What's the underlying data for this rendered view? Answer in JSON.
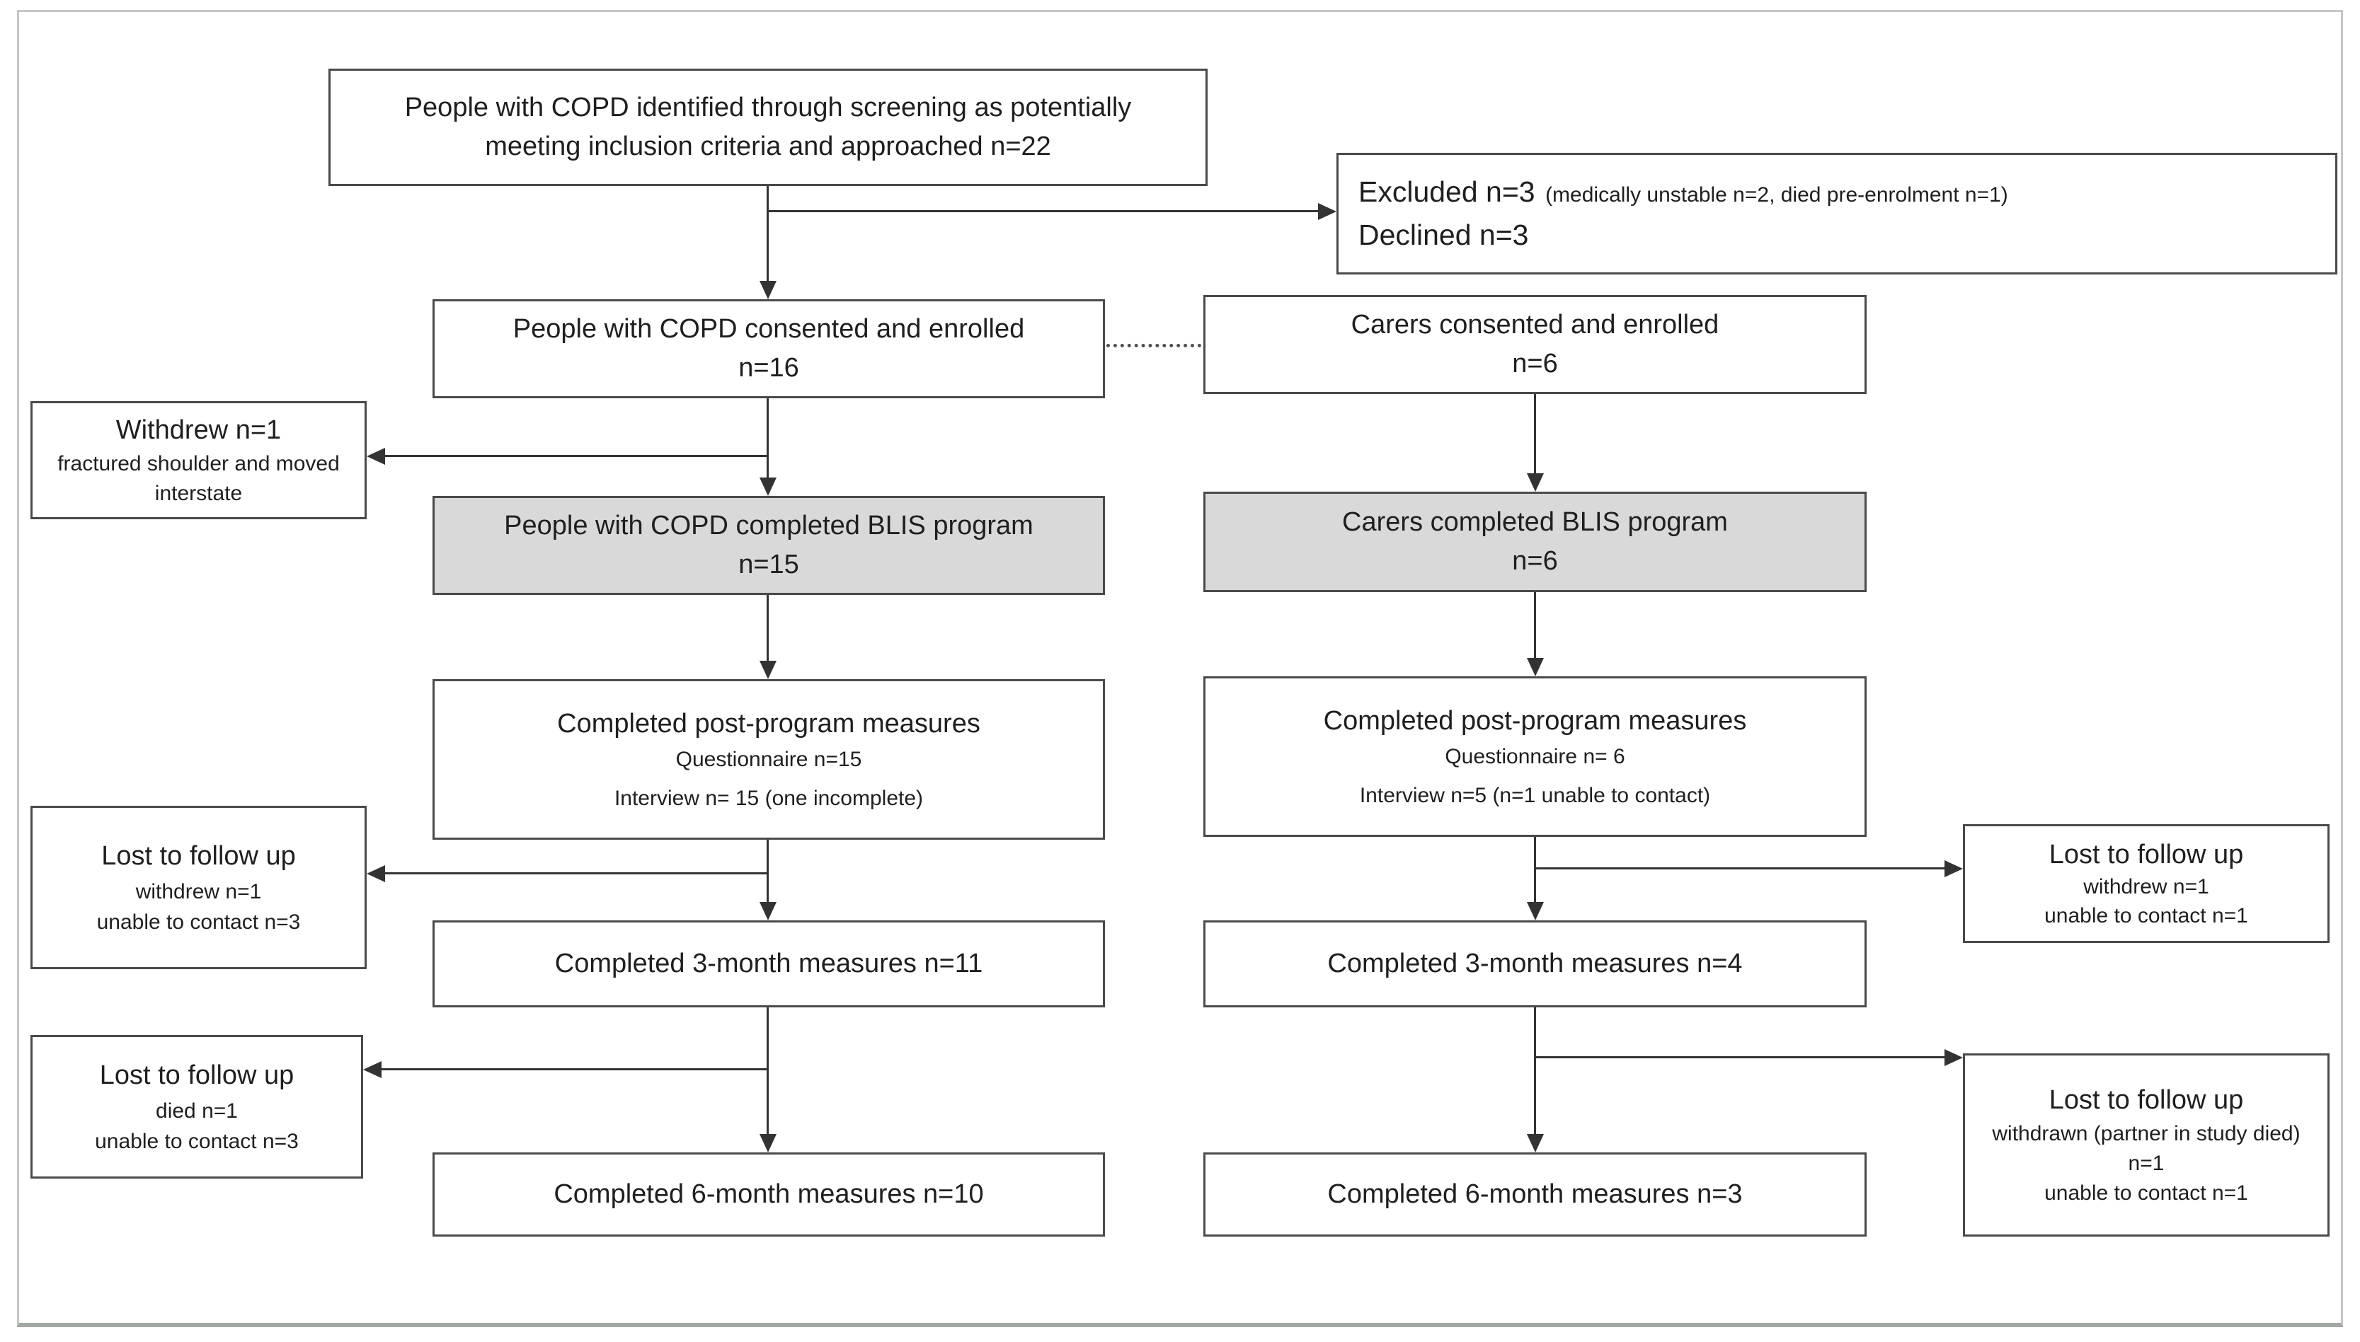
{
  "colors": {
    "box_border": "#4a4a4a",
    "highlight_fill": "#d9d9d9",
    "connector": "#333333",
    "frame_border": "#c3c8c3"
  },
  "flowchart": {
    "screened": {
      "text": "People with COPD identified through screening as potentially meeting inclusion criteria and approached n=22"
    },
    "excluded": {
      "main1": "Excluded n=3",
      "detail1": "(medically unstable n=2, died pre-enrolment n=1)",
      "main2": "Declined n=3"
    },
    "consented_copd": {
      "title": "People with COPD consented and enrolled",
      "n": "n=16"
    },
    "consented_carers": {
      "title": "Carers consented and enrolled",
      "n": "n=6"
    },
    "withdrew": {
      "title": "Withdrew n=1",
      "detail": "fractured shoulder and moved interstate"
    },
    "blis_copd": {
      "title": "People with COPD completed BLIS program",
      "n": "n=15"
    },
    "blis_carers": {
      "title": "Carers completed BLIS program",
      "n": "n=6"
    },
    "post_copd": {
      "title": "Completed post-program measures",
      "line2": "Questionnaire n=15",
      "line3": "Interview n= 15 (one incomplete)"
    },
    "post_carers": {
      "title": "Completed post-program measures",
      "line2": "Questionnaire n= 6",
      "line3": "Interview n=5 (n=1 unable to contact)"
    },
    "lost1_left": {
      "title": "Lost to follow up",
      "line2": "withdrew n=1",
      "line3": "unable to contact n=3"
    },
    "lost1_right": {
      "title": "Lost to follow up",
      "line2": "withdrew n=1",
      "line3": "unable to contact n=1"
    },
    "month3_copd": {
      "text": "Completed 3-month measures n=11"
    },
    "month3_carers": {
      "text": "Completed 3-month measures n=4"
    },
    "lost2_left": {
      "title": "Lost to follow up",
      "line2": "died n=1",
      "line3": "unable to contact n=3"
    },
    "lost2_right": {
      "title": "Lost to follow up",
      "line2": "withdrawn (partner in study died) n=1",
      "line3": "unable to contact n=1"
    },
    "month6_copd": {
      "text": "Completed 6-month measures n=10"
    },
    "month6_carers": {
      "text": "Completed 6-month measures n=3"
    }
  }
}
